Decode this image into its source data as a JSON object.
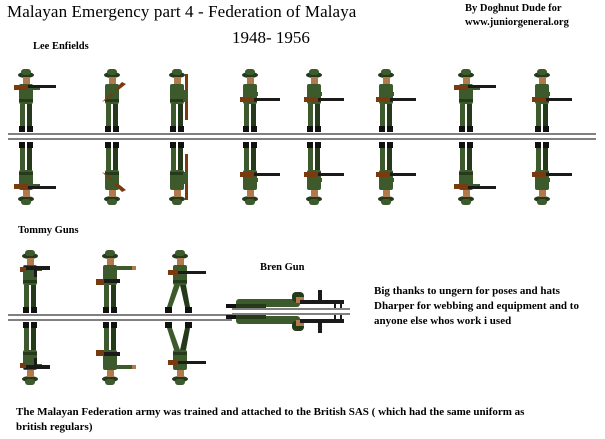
{
  "header": {
    "title": "Malayan Emergency part 4  -  Federation of Malaya",
    "subtitle": "1948- 1956",
    "credit_line1": "By Doghnut Dude for",
    "credit_line2": "www.juniorgeneral.org"
  },
  "sections": {
    "lee_enfields": "Lee Enfields",
    "tommy_guns": "Tommy Guns",
    "bren_gun": "Bren Gun"
  },
  "thanks": {
    "line1": "Big thanks to ungern for poses and hats",
    "line2": "Dharper for webbing and equipment and to",
    "line3": "anyone else whos work i used"
  },
  "footer": {
    "line1": "The Malayan Federation army was trained and attached to the British SAS ( which had the same uniform as",
    "line2": "british regulars)"
  },
  "colors": {
    "uniform": "#3c5a2c",
    "uniform_dark": "#25391b",
    "skin": "#b07a4a",
    "rifle_wood": "#7a3a10",
    "metal": "#1a1a1a",
    "boots": "#111111"
  }
}
